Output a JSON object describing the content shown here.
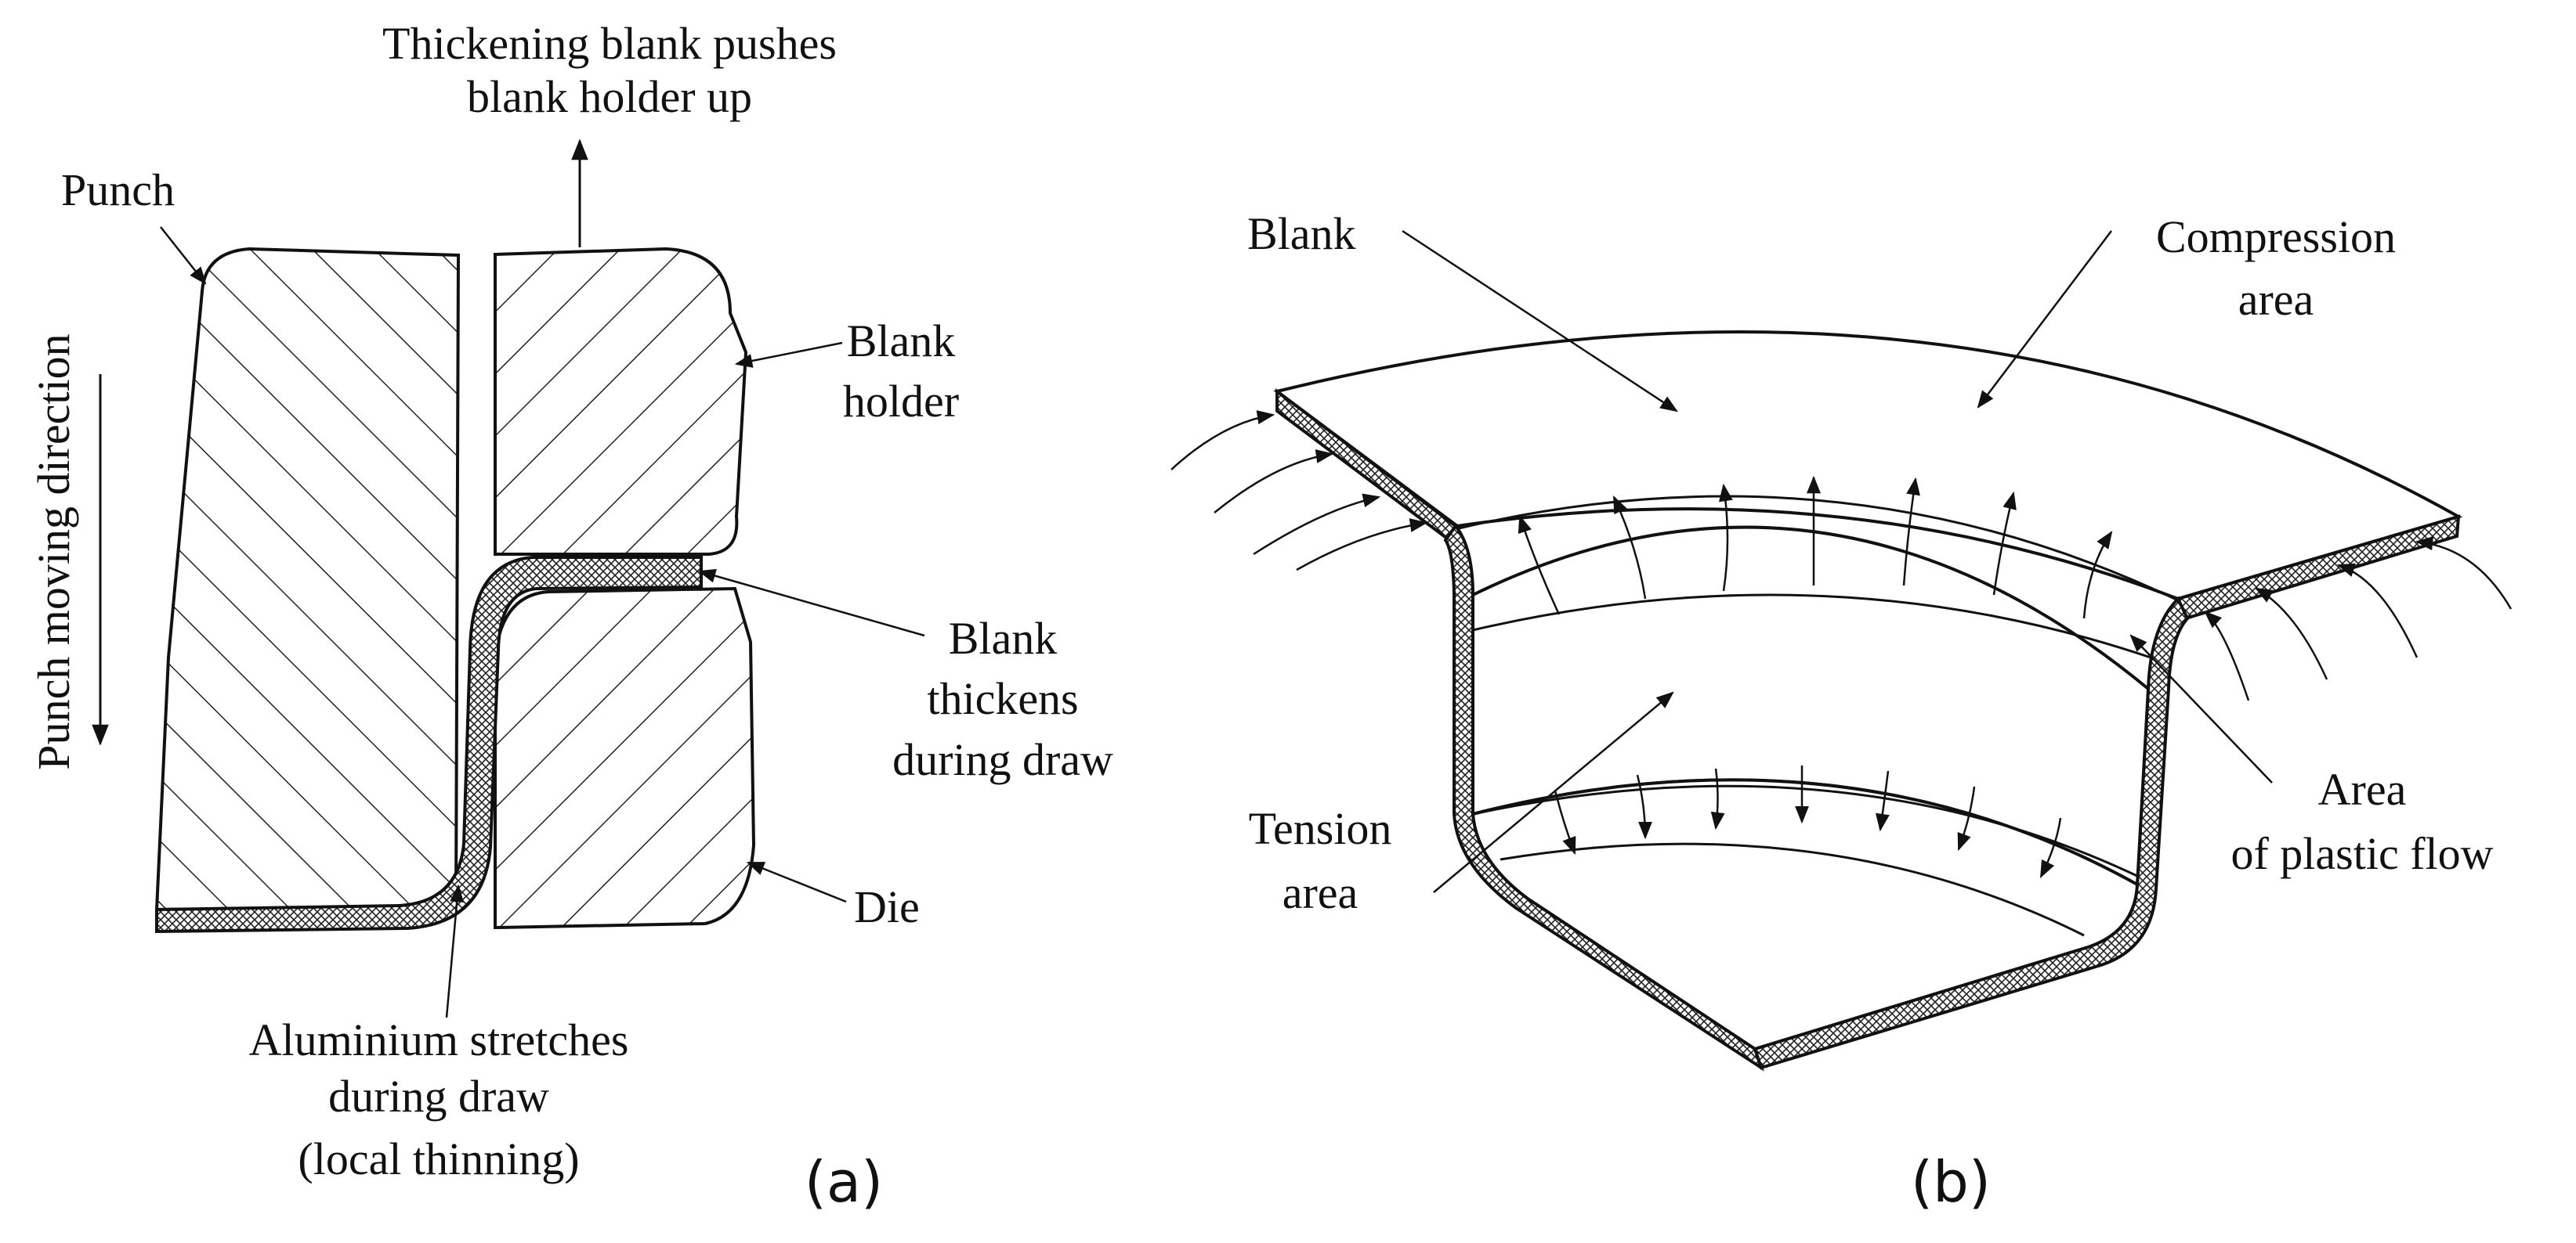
{
  "panel_a": {
    "caption": "(a)",
    "labels": {
      "top_line1": "Thickening blank pushes",
      "top_line2": "blank holder up",
      "punch": "Punch",
      "direction": "Punch moving direction",
      "holder_line1": "Blank",
      "holder_line2": "holder",
      "thickens_line1": "Blank",
      "thickens_line2": "thickens",
      "thickens_line3": "during draw",
      "die": "Die",
      "stretch_line1": "Aluminium stretches",
      "stretch_line2": "during draw",
      "stretch_line3": "(local thinning)"
    }
  },
  "panel_b": {
    "caption": "(b)",
    "labels": {
      "blank": "Blank",
      "compression_line1": "Compression",
      "compression_line2": "area",
      "tension_line1": "Tension",
      "tension_line2": "area",
      "plastic_line1": "Area",
      "plastic_line2": "of plastic flow"
    }
  }
}
